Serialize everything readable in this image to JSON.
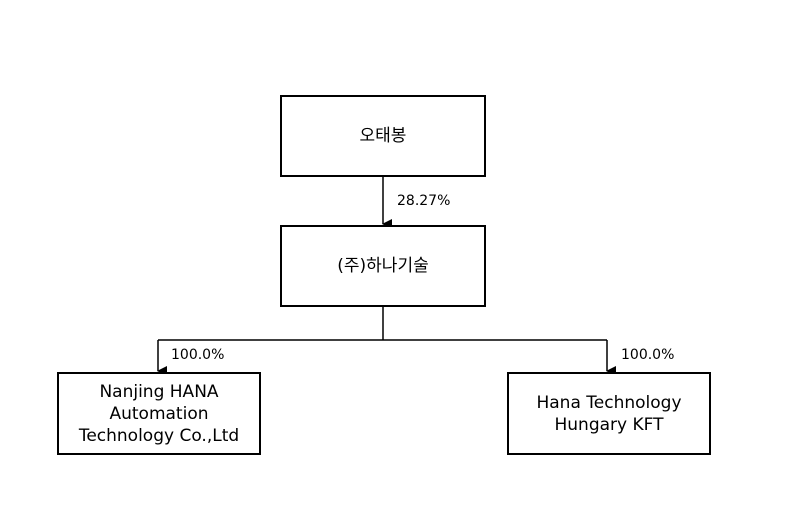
{
  "diagram": {
    "type": "ownership-org-chart",
    "nodes": [
      {
        "id": "owner",
        "label": "오태봉"
      },
      {
        "id": "parent",
        "label": "(주)하나기술"
      },
      {
        "id": "sub1",
        "label": "Nanjing HANA\nAutomation\nTechnology Co.,Ltd"
      },
      {
        "id": "sub2",
        "label": "Hana Technology\nHungary KFT"
      }
    ],
    "edges": [
      {
        "from": "owner",
        "to": "parent",
        "label": "28.27%"
      },
      {
        "from": "parent",
        "to": "sub1",
        "label": "100.0%"
      },
      {
        "from": "parent",
        "to": "sub2",
        "label": "100.0%"
      }
    ]
  }
}
